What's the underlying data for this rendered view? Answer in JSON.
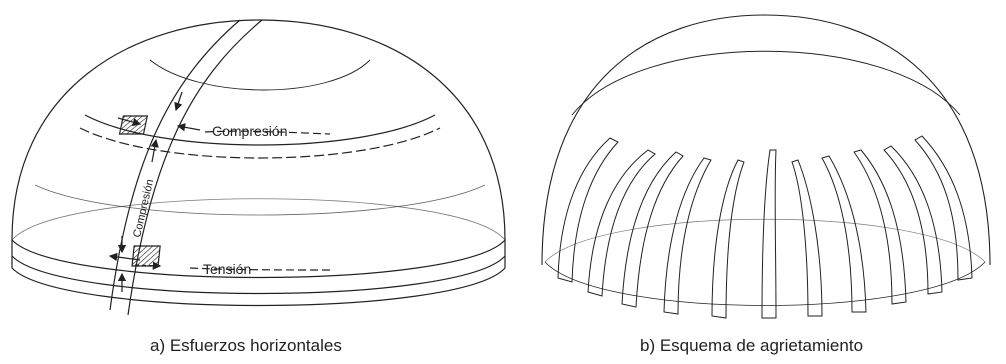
{
  "panel_a": {
    "caption": "a) Esfuerzos horizontales",
    "label_compression": "Compresión",
    "label_meridional": "Compresión",
    "label_tension": "Tensión"
  },
  "panel_b": {
    "caption": "b) Esquema de agrietamiento"
  },
  "colors": {
    "line": "#222222",
    "background": "#ffffff"
  }
}
